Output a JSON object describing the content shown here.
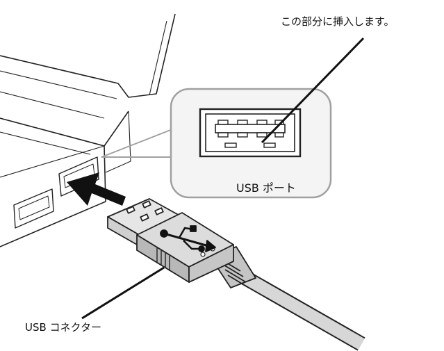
{
  "callout_text": "この部分に挿入します。",
  "port_label": "USB ポート",
  "connector_label": "USB コネクター",
  "colors": {
    "outline": "#222222",
    "callout_fill": "#f2f2f2",
    "callout_border": "#a0a0a0",
    "plug_body": "#cfcfcf",
    "cable": "#d7d7d7",
    "arrow": "#111111"
  },
  "icons": [
    "usb-icon"
  ]
}
